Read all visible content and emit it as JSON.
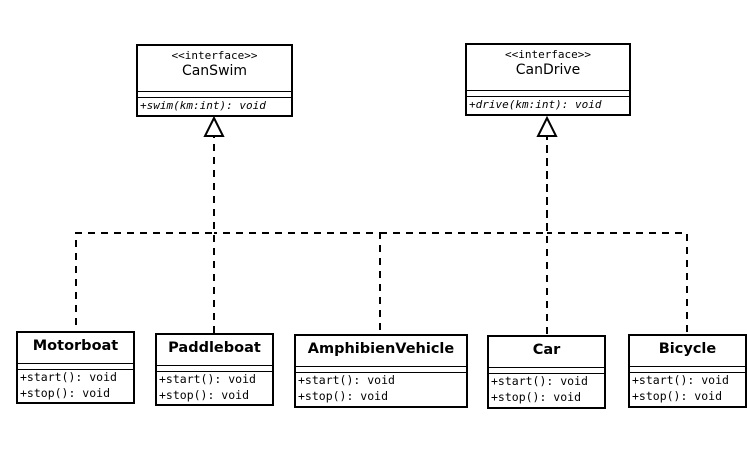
{
  "interfaces": [
    {
      "id": "canswim",
      "stereotype": "<<interface>>",
      "name": "CanSwim",
      "operations": [
        "+swim(km:int): void"
      ]
    },
    {
      "id": "candrive",
      "stereotype": "<<interface>>",
      "name": "CanDrive",
      "operations": [
        "+drive(km:int): void"
      ]
    }
  ],
  "classes": [
    {
      "id": "motorboat",
      "name": "Motorboat",
      "operations": [
        "+start(): void",
        "+stop(): void"
      ]
    },
    {
      "id": "paddleboat",
      "name": "Paddleboat",
      "operations": [
        "+start(): void",
        "+stop(): void"
      ]
    },
    {
      "id": "amphibienvehicle",
      "name": "AmphibienVehicle",
      "operations": [
        "+start(): void",
        "+stop(): void"
      ]
    },
    {
      "id": "car",
      "name": "Car",
      "operations": [
        "+start(): void",
        "+stop(): void"
      ]
    },
    {
      "id": "bicycle",
      "name": "Bicycle",
      "operations": [
        "+start(): void",
        "+stop(): void"
      ]
    }
  ],
  "realizations": [
    {
      "from": "motorboat",
      "to": "canswim"
    },
    {
      "from": "paddleboat",
      "to": "canswim"
    },
    {
      "from": "amphibienvehicle",
      "to": "canswim"
    },
    {
      "from": "amphibienvehicle",
      "to": "candrive"
    },
    {
      "from": "car",
      "to": "candrive"
    },
    {
      "from": "bicycle",
      "to": "candrive"
    }
  ]
}
